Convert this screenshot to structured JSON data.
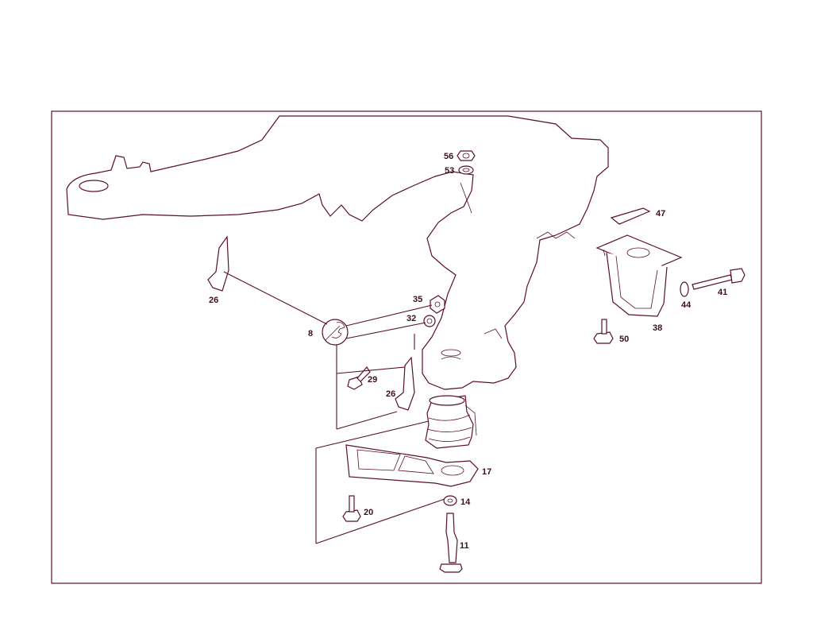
{
  "diagram": {
    "callouts": [
      {
        "id": "c56",
        "label": "56"
      },
      {
        "id": "c53",
        "label": "53"
      },
      {
        "id": "c47",
        "label": "47"
      },
      {
        "id": "c41",
        "label": "41"
      },
      {
        "id": "c44",
        "label": "44"
      },
      {
        "id": "c38",
        "label": "38"
      },
      {
        "id": "c50",
        "label": "50"
      },
      {
        "id": "c35",
        "label": "35"
      },
      {
        "id": "c32",
        "label": "32"
      },
      {
        "id": "c26a",
        "label": "26"
      },
      {
        "id": "c8",
        "label": "8"
      },
      {
        "id": "c29",
        "label": "29"
      },
      {
        "id": "c26b",
        "label": "26"
      },
      {
        "id": "c17",
        "label": "17"
      },
      {
        "id": "c14",
        "label": "14"
      },
      {
        "id": "c20",
        "label": "20"
      },
      {
        "id": "c11",
        "label": "11"
      }
    ],
    "colors": {
      "line": "#5a1028",
      "text": "#3a1020",
      "background": "#ffffff"
    }
  }
}
